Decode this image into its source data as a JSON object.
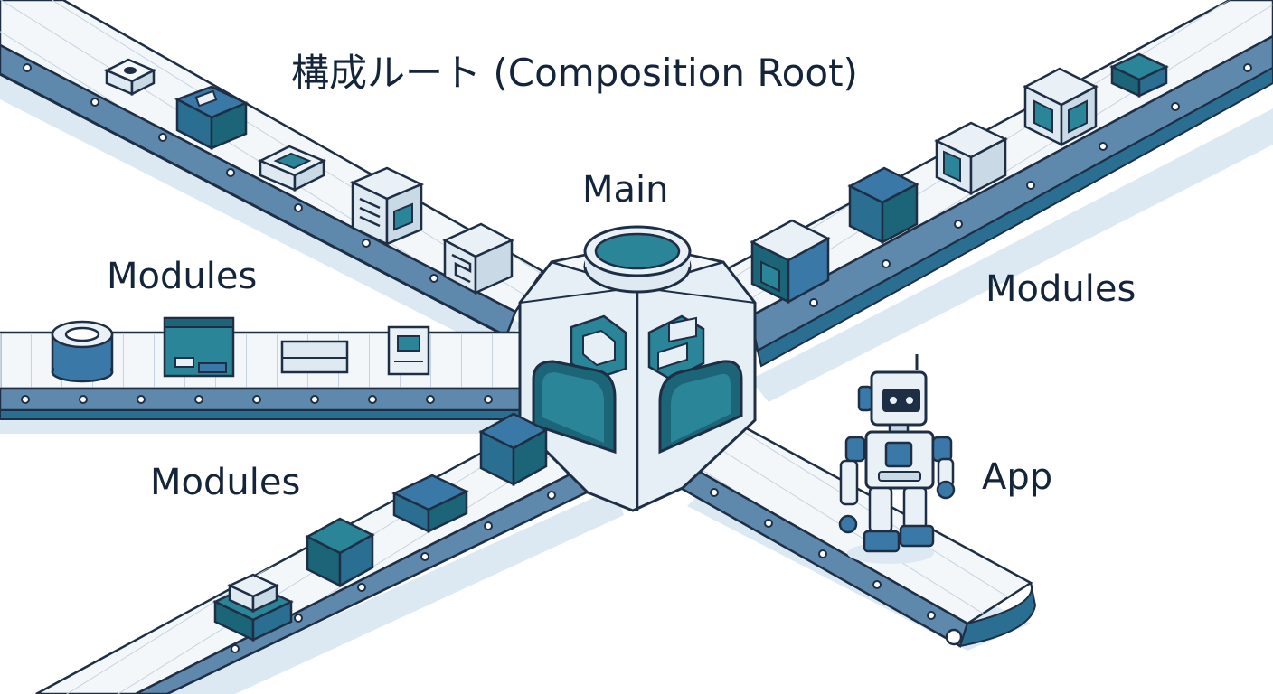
{
  "diagram": {
    "title": "構成ルート (Composition Root)",
    "hub_label": "Main",
    "conveyors": [
      {
        "id": "left",
        "label": "Modules"
      },
      {
        "id": "right",
        "label": "Modules"
      },
      {
        "id": "bottom",
        "label": "Modules"
      },
      {
        "id": "output",
        "label": "App"
      }
    ]
  },
  "colors": {
    "outline": "#1e2f45",
    "belt_surface": "#f3f7fa",
    "belt_rail": "#5f88ad",
    "belt_shadow": "#dce9f2",
    "hub_body": "#e6eff6",
    "teal": "#2a8598",
    "teal_dark": "#1c6478",
    "blue": "#3a78a8",
    "light_box": "#eaf1f6",
    "text": "#14243a"
  }
}
